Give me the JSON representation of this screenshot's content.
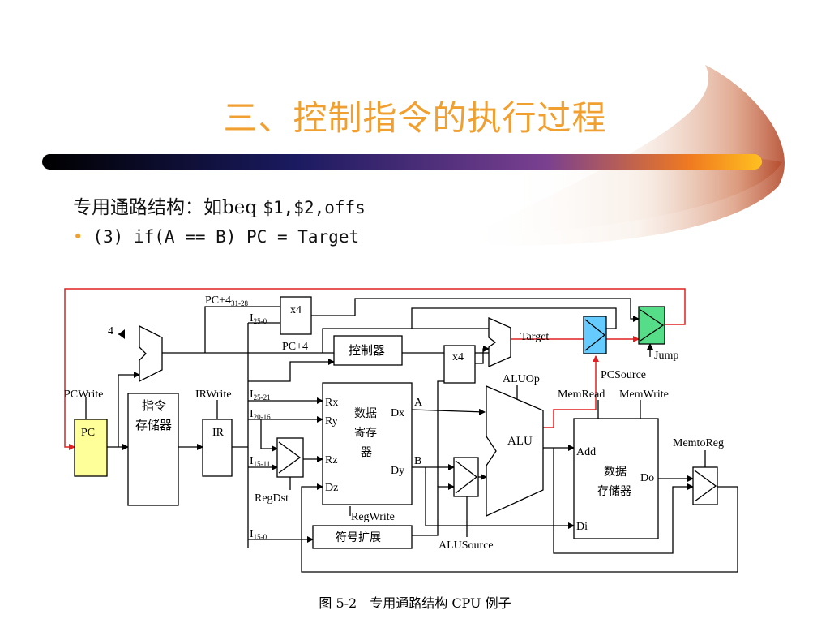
{
  "slide": {
    "title": "三、控制指令的执行过程",
    "line1_text": "专用通路结构：如beq ",
    "line1_code": "$1,$2,offs",
    "bullet_code": "(3) if(A == B) PC = Target",
    "bullet_symbol": "•",
    "caption": "图 5-2　专用通路结构 CPU 例子"
  },
  "colors": {
    "title": "#f0a030",
    "highlight_path": "#e02020",
    "pc_fill": "#ffff99",
    "target_mux_fill": "#66ccff",
    "jump_mux_fill": "#55dd88"
  },
  "diagram": {
    "labels": {
      "four": "4",
      "pc_plus4_hi_main": "PC+4",
      "pc_plus4_hi_sub": "31-28",
      "x4_top": "x4",
      "i25_main": "I",
      "i25_sub": "25-0",
      "pc_plus4": "PC+4",
      "controller": "控制器",
      "x4_mid": "x4",
      "target": "Target",
      "jump": "Jump",
      "pcsource": "PCSource",
      "aluop": "ALUOp",
      "pcwrite": "PCWrite",
      "instr_mem_1": "指令",
      "instr_mem_2": "存储器",
      "irwrite": "IRWrite",
      "pc": "PC",
      "ir": "IR",
      "i2521_main": "I",
      "i2521_sub": "25-21",
      "i2016_main": "I",
      "i2016_sub": "20-16",
      "i1511_main": "I",
      "i1511_sub": "15-11",
      "i150_main": "I",
      "i150_sub": "15-0",
      "rx": "Rx",
      "ry": "Ry",
      "rz": "Rz",
      "dz": "Dz",
      "dx": "Dx",
      "dy": "Dy",
      "regfile_1": "数据",
      "regfile_2": "寄存",
      "regfile_3": "器",
      "a": "A",
      "b": "B",
      "alu": "ALU",
      "regdst": "RegDst",
      "regwrite": "RegWrite",
      "sign_ext": "符号扩展",
      "alusource": "ALUSource",
      "memread": "MemRead",
      "memwrite": "MemWrite",
      "memtoreg": "MemtoReg",
      "add": "Add",
      "datamem_1": "数据",
      "datamem_2": "存储器",
      "do": "Do",
      "di": "Di"
    }
  }
}
